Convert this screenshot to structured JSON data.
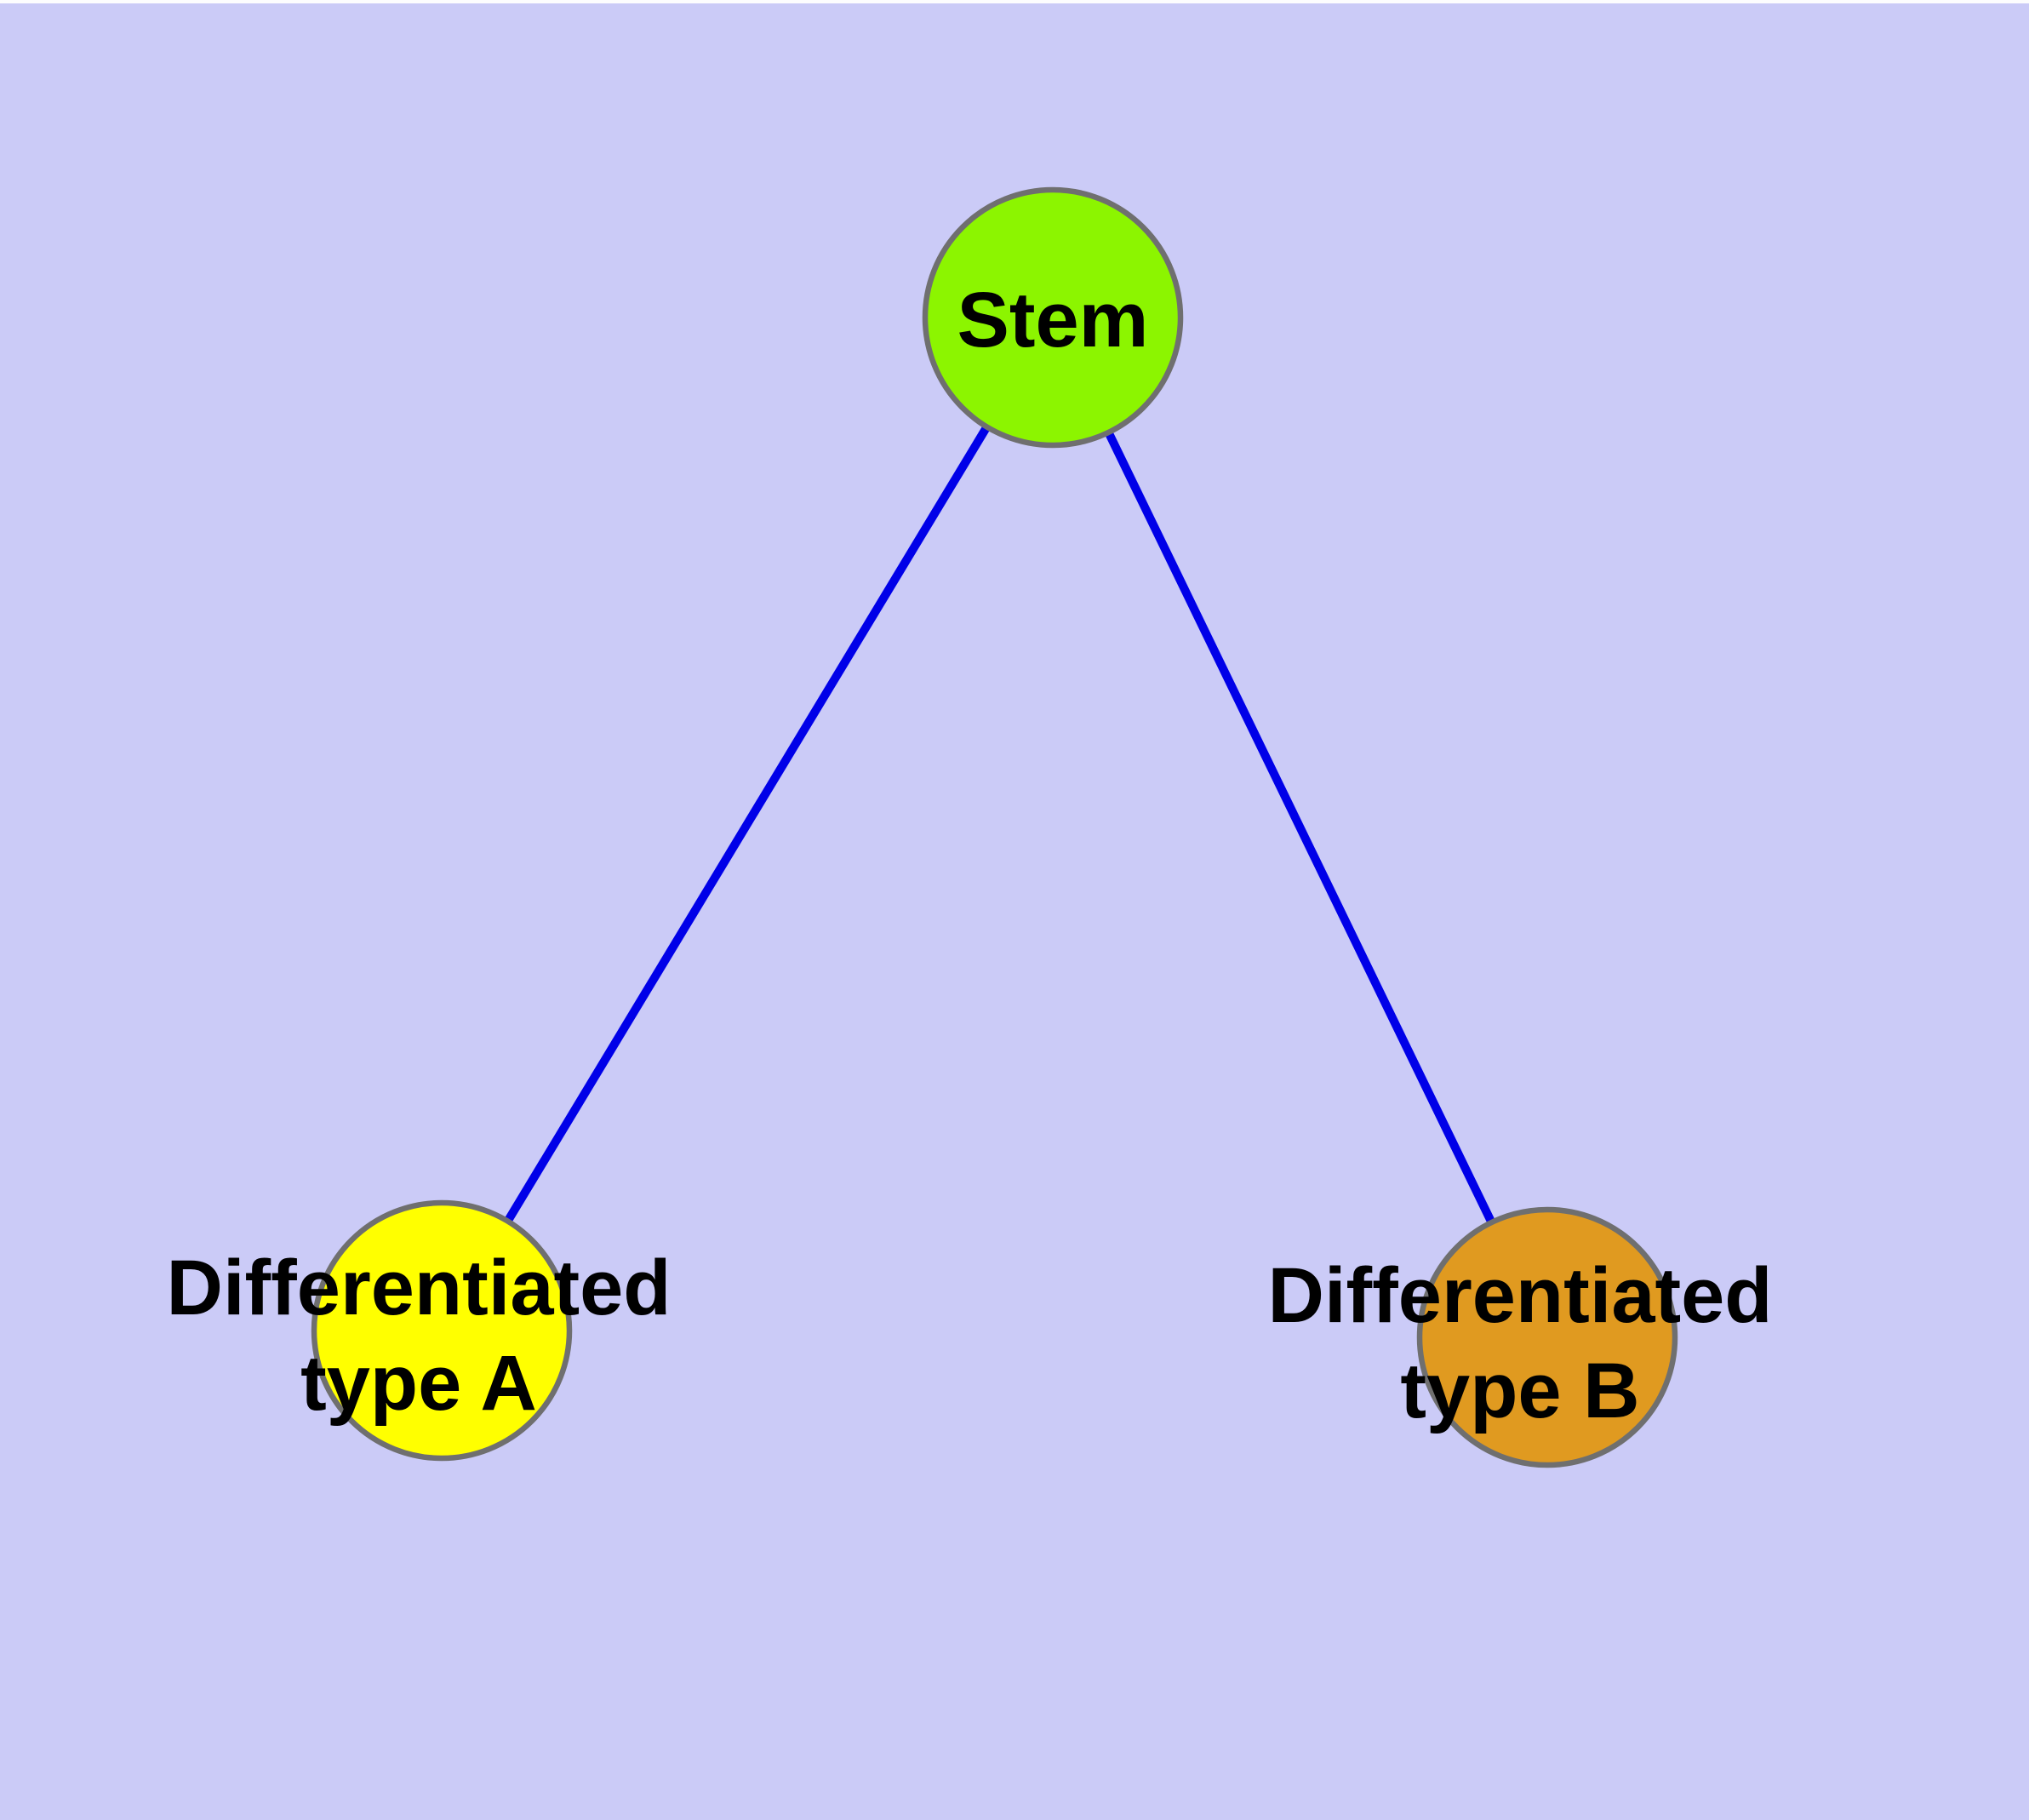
{
  "canvas": {
    "background_color": "#CBCBF7",
    "top_strip_color": "#FDFDFE",
    "label_color": "#000000",
    "node_border_color": "#6F6F6F"
  },
  "diagram": {
    "nodes": [
      {
        "id": "stem",
        "label": "Stem",
        "fill": "#8CF500"
      },
      {
        "id": "type-a",
        "label": "Differentiated\ntype A",
        "fill": "#FFFF00"
      },
      {
        "id": "type-b",
        "label": "Differentiated\ntype B",
        "fill": "#E09A20"
      }
    ],
    "edges": [
      {
        "from": "stem",
        "to": "type-a",
        "color": "#0000E8"
      },
      {
        "from": "stem",
        "to": "type-b",
        "color": "#0000E8"
      }
    ]
  }
}
